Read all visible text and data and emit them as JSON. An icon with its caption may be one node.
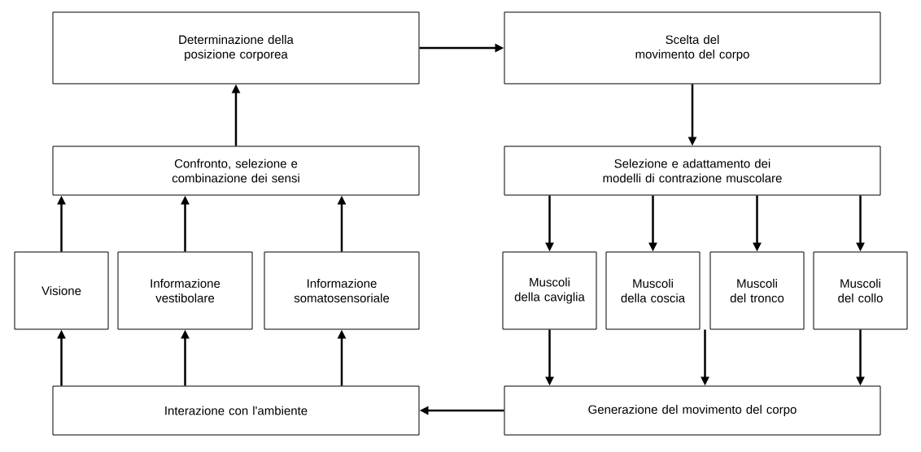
{
  "diagram": {
    "nodes": [
      {
        "text": [
          "Determinazione della posizione corporea"
        ]
      },
      {
        "text": [
          "Scelta del movimento del corpo"
        ]
      },
      {
        "text": [
          "Confronto, selezione e combinazione dei sensi"
        ]
      },
      {
        "text": [
          "Selezione e adattamento dei modelli di contrazione muscolare"
        ]
      },
      {
        "text": [
          "Visione"
        ]
      },
      {
        "text": [
          "Informazione vestibolare"
        ]
      },
      {
        "text": [
          "Informazione somatosensoriale"
        ]
      },
      {
        "text": [
          "Muscoli della caviglia"
        ]
      },
      {
        "text": [
          "Muscoli della coscia"
        ]
      },
      {
        "text": [
          "Muscoli del tronco"
        ]
      },
      {
        "text": [
          "Muscoli del collo"
        ]
      },
      {
        "text": [
          "Interazione con l'ambiente"
        ]
      },
      {
        "text": [
          "Generazione del movimento del corpo"
        ]
      }
    ],
    "edges": [
      {
        "from": 0,
        "to": 1,
        "arrow": "to"
      },
      {
        "from": 1,
        "to": 3,
        "arrow": "to"
      },
      {
        "from": 3,
        "to": 7,
        "arrow": "to"
      },
      {
        "from": 3,
        "to": 8,
        "arrow": "to"
      },
      {
        "from": 3,
        "to": 9,
        "arrow": "to"
      },
      {
        "from": 3,
        "to": 10,
        "arrow": "to"
      },
      {
        "from": 7,
        "to": 12,
        "arrow": "to"
      },
      {
        "from": 8,
        "to": 12,
        "arrow": "to"
      },
      {
        "from": 9,
        "to": 12,
        "arrow": "to"
      },
      {
        "from": 10,
        "to": 12,
        "arrow": "to"
      },
      {
        "from": 12,
        "to": 11,
        "arrow": "to"
      },
      {
        "from": 11,
        "to": 4,
        "arrow": "to"
      },
      {
        "from": 11,
        "to": 5,
        "arrow": "to"
      },
      {
        "from": 11,
        "to": 6,
        "arrow": "to"
      },
      {
        "from": 4,
        "to": 2,
        "arrow": "to"
      },
      {
        "from": 5,
        "to": 2,
        "arrow": "to"
      },
      {
        "from": 6,
        "to": 2,
        "arrow": "to"
      },
      {
        "from": 2,
        "to": 0,
        "arrow": "to"
      }
    ]
  }
}
